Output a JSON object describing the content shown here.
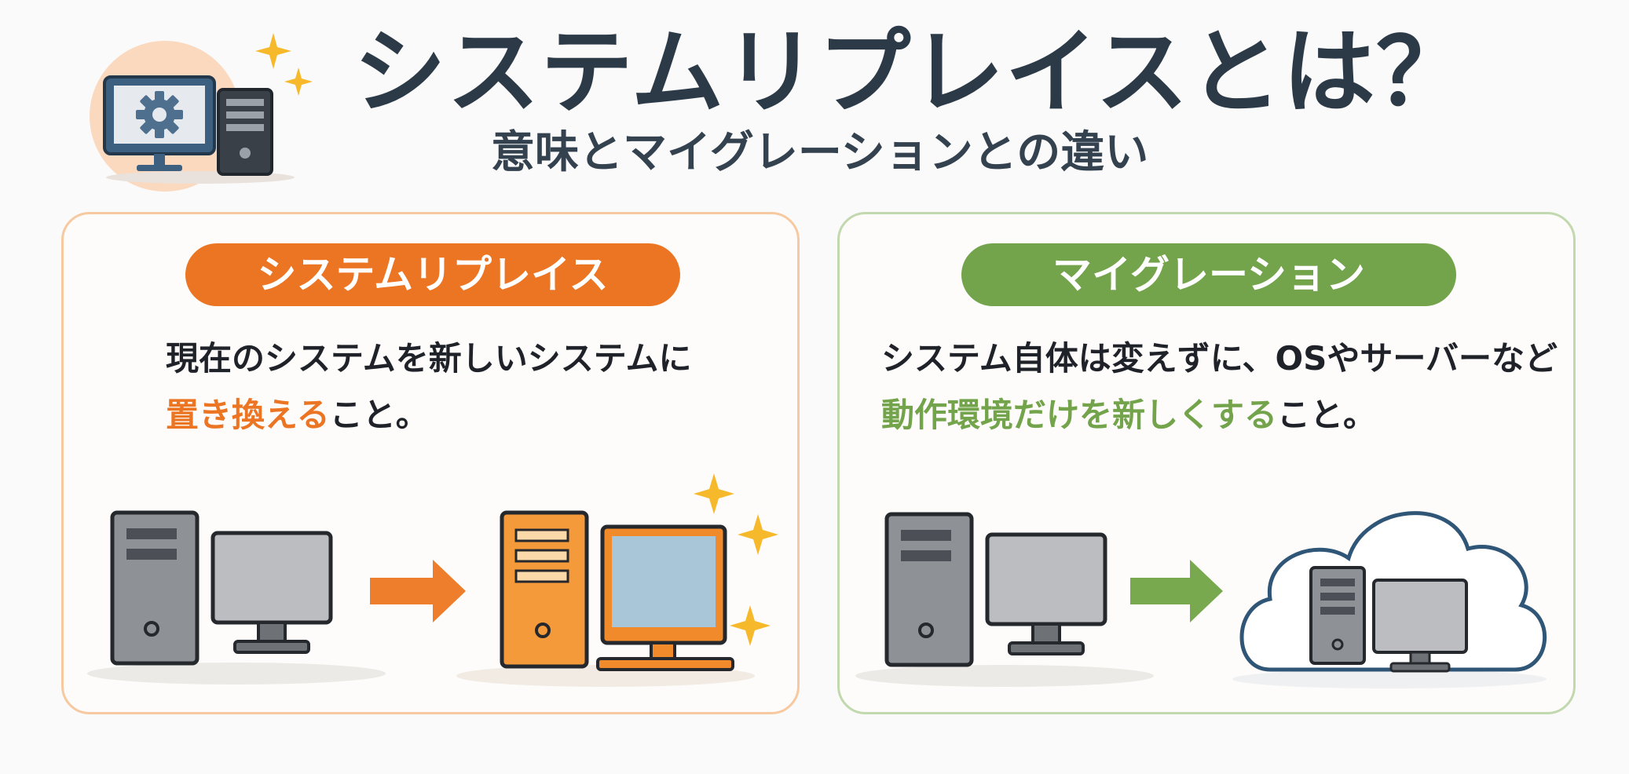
{
  "header": {
    "title": "システムリプレイスとは？",
    "subtitle": "意味とマイグレーションとの違い"
  },
  "panels": {
    "replace": {
      "label": "システムリプレイス",
      "desc_line1": "現在のシステムを新しいシステムに",
      "desc_highlight": "置き換える",
      "desc_tail": "こと。"
    },
    "migration": {
      "label": "マイグレーション",
      "desc_line1": "システム自体は変えずに、OSやサーバーなど",
      "desc_highlight": "動作環境だけを新しくする",
      "desc_tail": "こと。"
    }
  },
  "colors": {
    "replace_accent": "#ec7524",
    "migration_accent": "#73a34a",
    "title_text": "#2c3a48",
    "cloud_outline": "#2f5577"
  },
  "icons": [
    "computer-settings-icon",
    "sparkle-icon",
    "old-pc-icon",
    "new-pc-icon",
    "arrow-right-icon",
    "cloud-icon"
  ]
}
